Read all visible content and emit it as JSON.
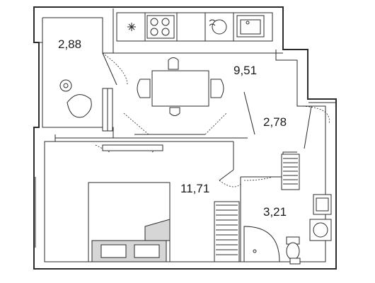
{
  "rooms": [
    {
      "id": "balcony",
      "area": "2,88"
    },
    {
      "id": "kitchen",
      "area": "9,51"
    },
    {
      "id": "hall",
      "area": "2,78"
    },
    {
      "id": "bedroom",
      "area": "11,71"
    },
    {
      "id": "bathroom",
      "area": "3,21"
    }
  ],
  "icons": [
    "snowflake-icon",
    "cooktop-icon",
    "washer-icon",
    "sink-icon",
    "armchair-icon",
    "dining-table-icon",
    "bed-icon",
    "shower-icon",
    "toilet-icon",
    "washing-machine-icon"
  ]
}
